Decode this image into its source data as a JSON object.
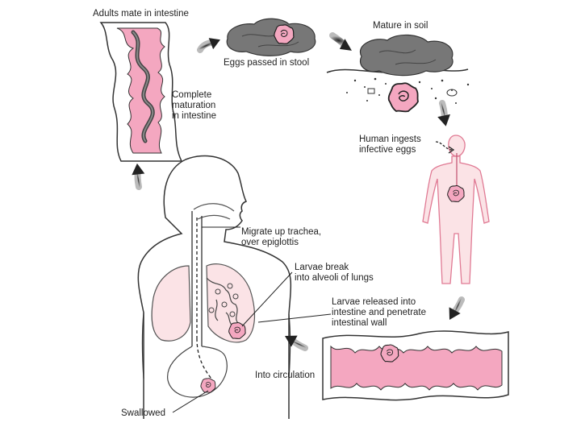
{
  "diagram": {
    "labels": {
      "adults_mate": [
        "Adults mate in intestine"
      ],
      "eggs_passed": [
        "Eggs passed in stool"
      ],
      "mature_soil": [
        "Mature in soil"
      ],
      "complete_maturation": [
        "Complete",
        "maturation",
        "in intestine"
      ],
      "human_ingests": [
        "Human ingests",
        "infective eggs"
      ],
      "migrate_trachea": [
        "Migrate up trachea,",
        "over epiglottis"
      ],
      "larvae_break": [
        "Larvae break",
        "into alveoli of lungs"
      ],
      "larvae_released": [
        "Larvae released into",
        "intestine and penetrate",
        "intestinal wall"
      ],
      "into_circulation": [
        "Into circulation"
      ],
      "swallowed": [
        "Swallowed"
      ]
    },
    "colors": {
      "tissue_pink": "#f4a7c0",
      "skin_pink": "#fbe3e6",
      "outline": "#333333",
      "stool_gray": "#777777",
      "arrow": "#222222"
    },
    "icons": [
      "egg-icon",
      "worm-icon",
      "arrow-icon"
    ]
  }
}
